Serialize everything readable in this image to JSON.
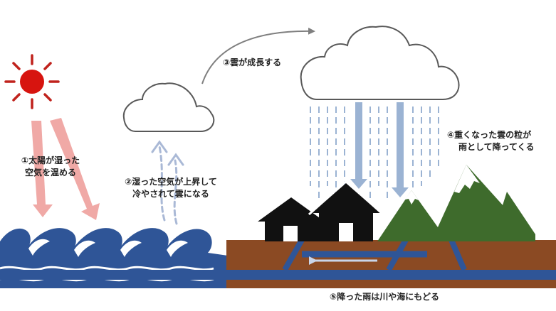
{
  "labels": {
    "step1_line1": "①太陽が湿った",
    "step1_line2": "空気を温める",
    "step2_line1": "②湿った空気が上昇して",
    "step2_line2": "冷やされて雲になる",
    "step3": "③雲が成長する",
    "step4_line1": "④重くなった雲の粒が",
    "step4_line2": "雨として降ってくる",
    "step5": "⑤降った雨は川や海にもどる"
  },
  "colors": {
    "sun": "#d7140f",
    "sun_rays": "#c0221c",
    "sun_beams": "#f0a9a6",
    "sea": "#2f5597",
    "cloud_stroke": "#595959",
    "vapor_arrows": "#aab9d6",
    "rain": "#9bb3d3",
    "ground": "#8b4a23",
    "river": "#2f5597",
    "mountain": "#3e6b2c",
    "house": "#111111"
  },
  "icons": [
    "sun-icon",
    "cloud-icon",
    "house-icon",
    "mountain-icon",
    "wave-icon",
    "arrow-icon"
  ]
}
